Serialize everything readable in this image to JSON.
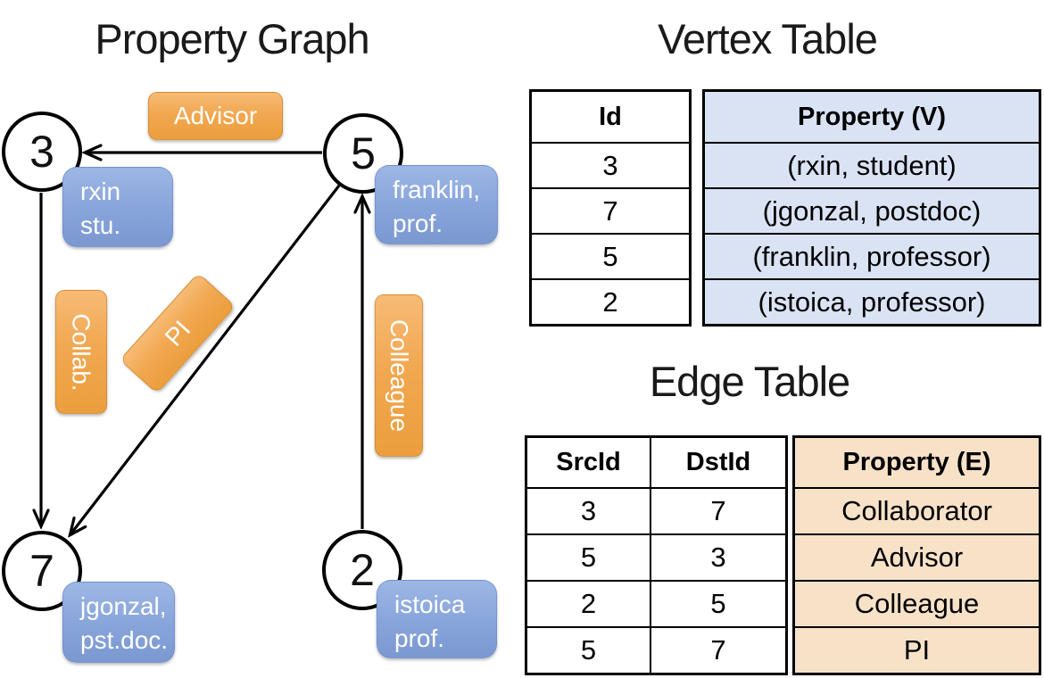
{
  "colors": {
    "edge_label_orange": "#F0A64D",
    "vertex_label_blue": "#86A3D9",
    "vertex_table_fill": "#DAE3F4",
    "edge_table_fill": "#F7E2C8",
    "line_black": "#000000"
  },
  "graph": {
    "title": "Property Graph",
    "nodes": [
      {
        "id": "3",
        "property_lines": [
          "rxin",
          "stu."
        ]
      },
      {
        "id": "5",
        "property_lines": [
          "franklin,",
          "prof."
        ]
      },
      {
        "id": "7",
        "property_lines": [
          "jgonzal,",
          "pst.doc."
        ]
      },
      {
        "id": "2",
        "property_lines": [
          "istoica",
          "prof."
        ]
      }
    ],
    "edge_labels": {
      "advisor": "Advisor",
      "collab": "Collab.",
      "pi": "PI",
      "colleague": "Colleague"
    }
  },
  "vertex_table": {
    "title": "Vertex Table",
    "headers": {
      "id": "Id",
      "property": "Property (V)"
    },
    "rows": [
      {
        "id": "3",
        "property": "(rxin, student)"
      },
      {
        "id": "7",
        "property": "(jgonzal, postdoc)"
      },
      {
        "id": "5",
        "property": "(franklin, professor)"
      },
      {
        "id": "2",
        "property": "(istoica, professor)"
      }
    ]
  },
  "edge_table": {
    "title": "Edge Table",
    "headers": {
      "src": "SrcId",
      "dst": "DstId",
      "property": "Property (E)"
    },
    "rows": [
      {
        "src": "3",
        "dst": "7",
        "property": "Collaborator"
      },
      {
        "src": "5",
        "dst": "3",
        "property": "Advisor"
      },
      {
        "src": "2",
        "dst": "5",
        "property": "Colleague"
      },
      {
        "src": "5",
        "dst": "7",
        "property": "PI"
      }
    ]
  }
}
